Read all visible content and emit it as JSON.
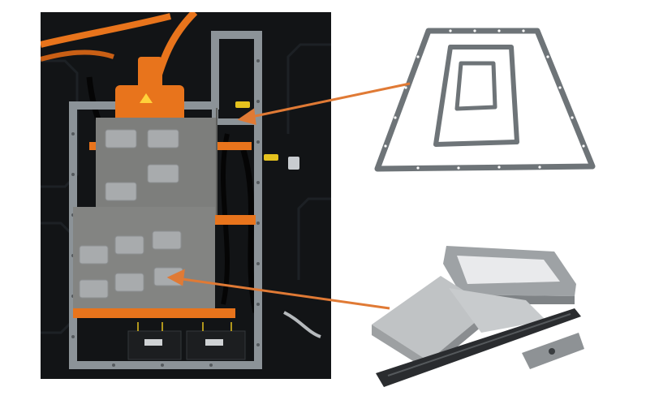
{
  "scene": {
    "photo": {
      "subject": "battery-pack-with-frame-gasket"
    },
    "illustrations": [
      {
        "subject": "frame-gaskets"
      },
      {
        "subject": "foam-pads-and-seals"
      }
    ],
    "colors": {
      "background": "#ffffff",
      "photo_background": "#0f1113",
      "frame_gray": "#8c9398",
      "cable_orange": "#e8741c",
      "arrow_orange": "#e07a35",
      "pad_gray": "#a8abad",
      "module_gray": "#7d7e7c",
      "connector_yellow": "#e5c21e",
      "seal_dark": "#2a2c2f"
    }
  }
}
